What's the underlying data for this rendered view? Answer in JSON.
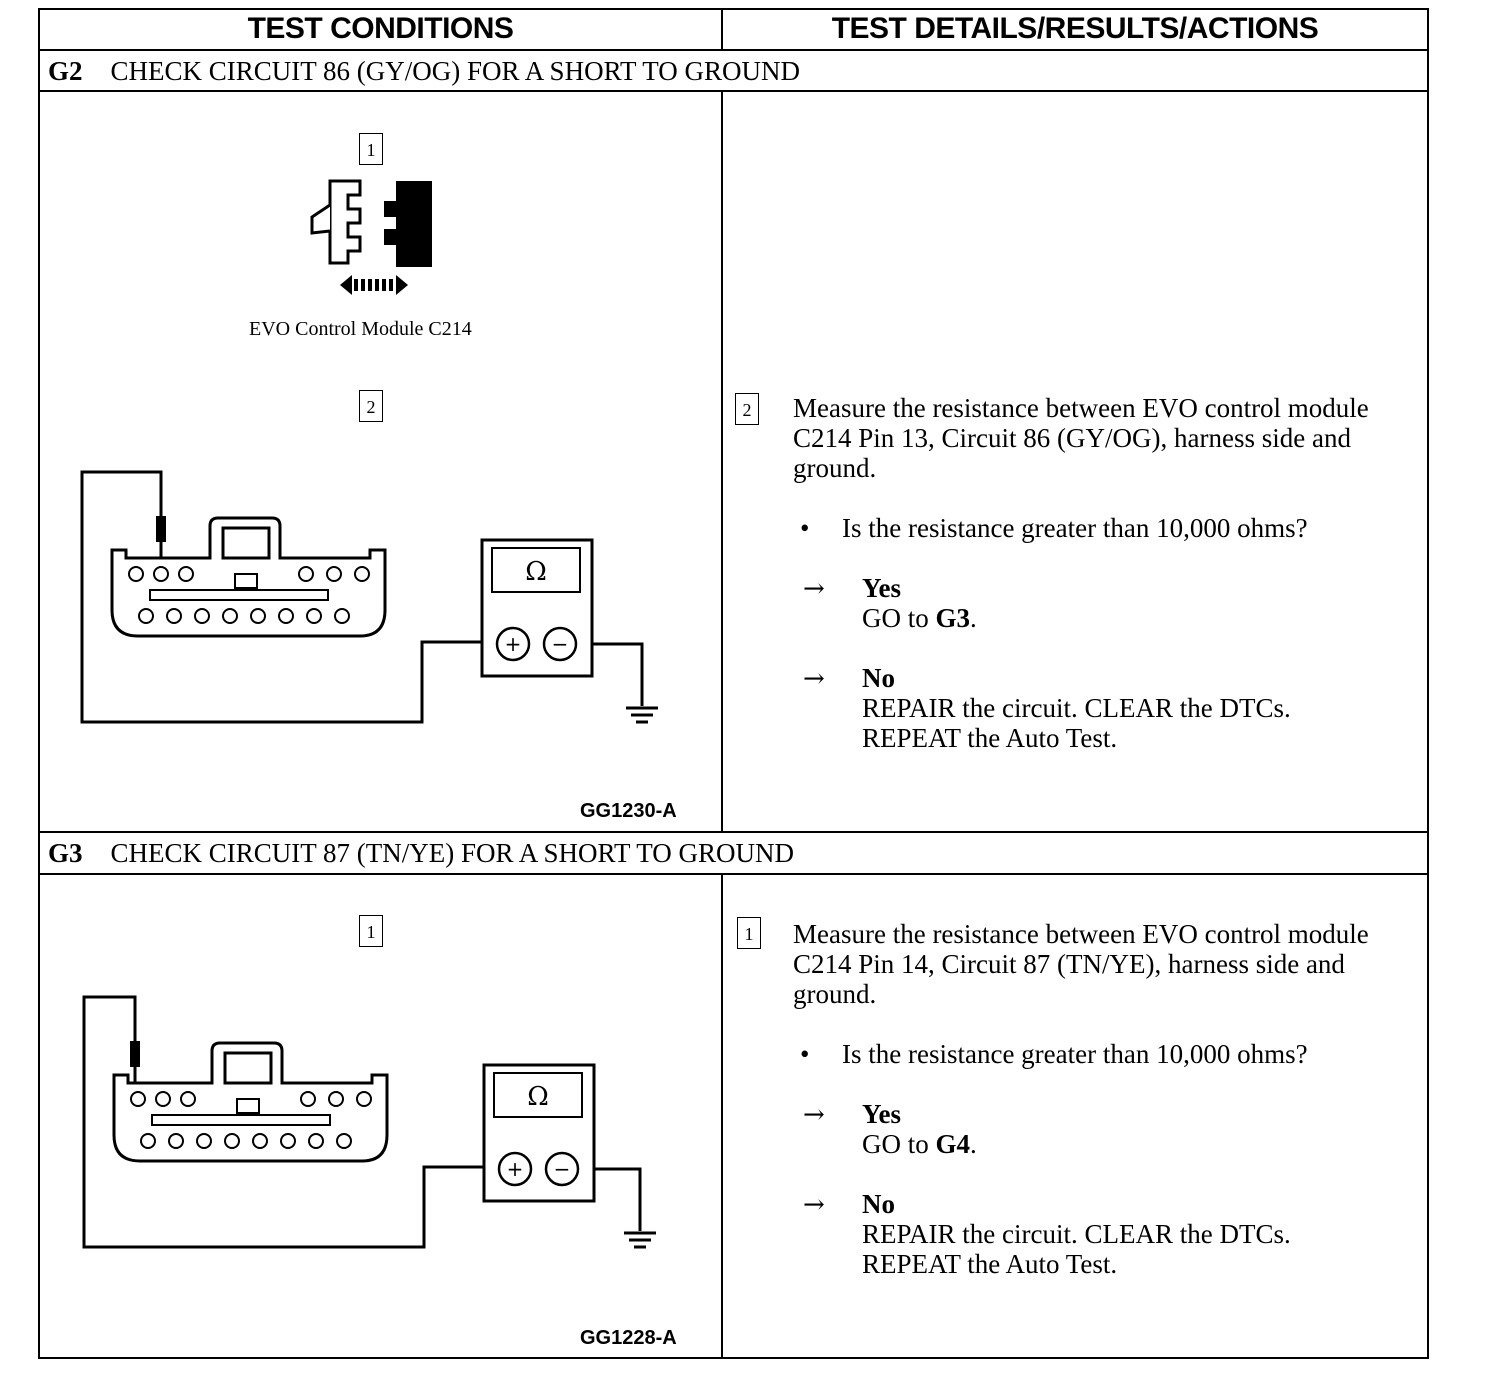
{
  "columns": {
    "left": "TEST CONDITIONS",
    "right": "TEST DETAILS/RESULTS/ACTIONS"
  },
  "g2": {
    "code": "G2",
    "title": "CHECK CIRCUIT 86 (GY/OG) FOR A SHORT TO GROUND",
    "step1_num": "1",
    "connector_caption": "EVO Control Module C214",
    "step2_num": "2",
    "figure_id": "GG1230-A",
    "meter_symbol": "Ω",
    "detail_num": "2",
    "detail_text": "Measure the resistance between EVO control module C214 Pin 13, Circuit 86 (GY/OG), harness side and ground.",
    "question": "Is the resistance greater than 10,000 ohms?",
    "yes_label": "Yes",
    "yes_action_prefix": "GO to ",
    "yes_action_target": "G3",
    "yes_action_suffix": ".",
    "no_label": "No",
    "no_action_line1": "REPAIR the circuit. CLEAR the DTCs.",
    "no_action_line2": "REPEAT the Auto Test."
  },
  "g3": {
    "code": "G3",
    "title": "CHECK CIRCUIT 87 (TN/YE) FOR A SHORT TO GROUND",
    "step1_num": "1",
    "figure_id": "GG1228-A",
    "meter_symbol": "Ω",
    "detail_num": "1",
    "detail_text": "Measure the resistance between EVO control module C214 Pin 14, Circuit 87 (TN/YE), harness side and ground.",
    "question": "Is the resistance greater than 10,000 ohms?",
    "yes_label": "Yes",
    "yes_action_prefix": "GO to ",
    "yes_action_target": "G4",
    "yes_action_suffix": ".",
    "no_label": "No",
    "no_action_line1": "REPAIR the circuit. CLEAR the DTCs.",
    "no_action_line2": "REPEAT the Auto Test."
  },
  "bullet_glyph": "•",
  "arrow_glyph": "→",
  "plus_glyph": "+",
  "minus_glyph": "−"
}
